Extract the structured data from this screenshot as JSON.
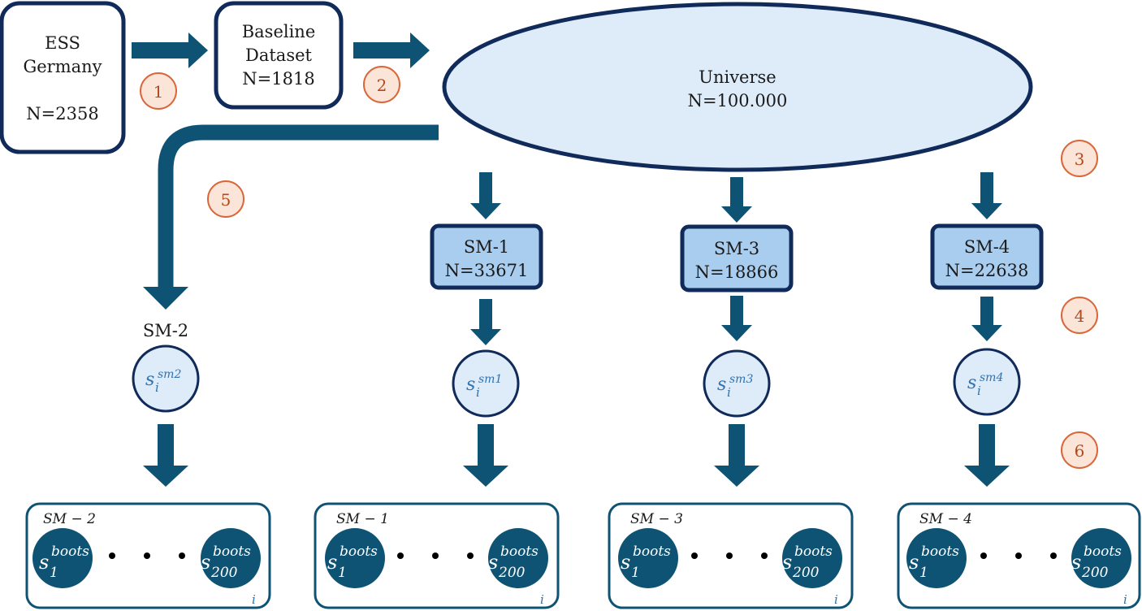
{
  "source": {
    "line1": "ESS",
    "line2": "Germany",
    "count": "N=2358"
  },
  "baseline": {
    "line1": "Baseline",
    "line2": "Dataset",
    "count": "N=1818"
  },
  "universe": {
    "name": "Universe",
    "count": "N=100.000"
  },
  "steps": [
    "1",
    "2",
    "3",
    "4",
    "5",
    "6"
  ],
  "submodels": [
    {
      "id": "sm2",
      "name": "SM-2",
      "count": "",
      "sample_base": "s",
      "sample_sub": "i",
      "sample_sup": "sm2",
      "box_label": "SM − 2"
    },
    {
      "id": "sm1",
      "name": "SM-1",
      "count": "N=33671",
      "sample_base": "s",
      "sample_sub": "i",
      "sample_sup": "sm1",
      "box_label": "SM − 1"
    },
    {
      "id": "sm3",
      "name": "SM-3",
      "count": "N=18866",
      "sample_base": "s",
      "sample_sub": "i",
      "sample_sup": "sm3",
      "box_label": "SM − 3"
    },
    {
      "id": "sm4",
      "name": "SM-4",
      "count": "N=22638",
      "sample_base": "s",
      "sample_sub": "i",
      "sample_sup": "sm4",
      "box_label": "SM − 4"
    }
  ],
  "bootstrap": {
    "base": "s",
    "sup": "boots",
    "first_sub": "1",
    "last_sub": "200",
    "index": "i"
  },
  "colors": {
    "dark_teal": "#0f5374",
    "navy": "#102a5a",
    "sm_box_fill": "#a9cdef",
    "light_fill": "#deebf9",
    "step_fill": "#fbe4d8",
    "step_stroke": "#d9673a",
    "step_text": "#b24a1c",
    "math_text": "#2e73b0"
  }
}
